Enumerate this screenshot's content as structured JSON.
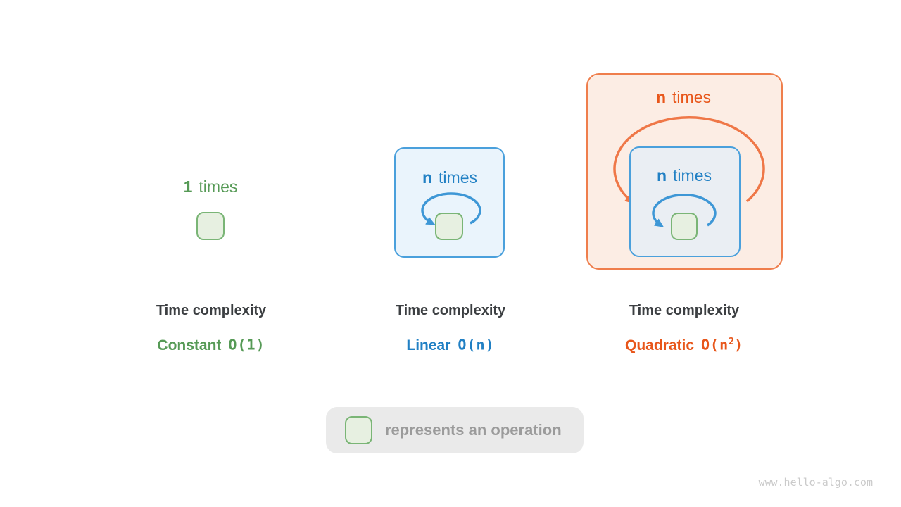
{
  "colors": {
    "green_text": "#569a56",
    "green_box_border": "#7ab576",
    "green_box_fill": "#e7f0e1",
    "blue_text": "#2180c4",
    "blue_border": "#4aa0dc",
    "blue_panel_fill": "#eaf4fc",
    "inner_blue_panel_fill": "#eaeef3",
    "orange_border": "#ef7e4c",
    "orange_panel_fill": "#fcede4",
    "orange_text": "#e8561a",
    "dark_text": "#3c3f42",
    "legend_bg": "#eaeaea",
    "legend_text": "#9b9b9b",
    "watermark_text": "#cbcbcb"
  },
  "panels": [
    {
      "caption": "Time complexity",
      "class_name": "Constant",
      "big_o_pre": "O(1)",
      "big_o_sup": "",
      "big_o_post": "",
      "loop_count": "1",
      "loop_word": "times"
    },
    {
      "caption": "Time complexity",
      "class_name": "Linear",
      "big_o_pre": "O(n)",
      "big_o_sup": "",
      "big_o_post": "",
      "loop_count": "n",
      "loop_word": "times"
    },
    {
      "caption": "Time complexity",
      "class_name": "Quadratic",
      "big_o_pre": "O(n",
      "big_o_sup": "2",
      "big_o_post": ")",
      "loop_count": "n",
      "loop_word": "times",
      "inner_loop_count": "n",
      "inner_loop_word": "times"
    }
  ],
  "legend": {
    "label": "represents an operation"
  },
  "watermark": "www.hello-algo.com"
}
